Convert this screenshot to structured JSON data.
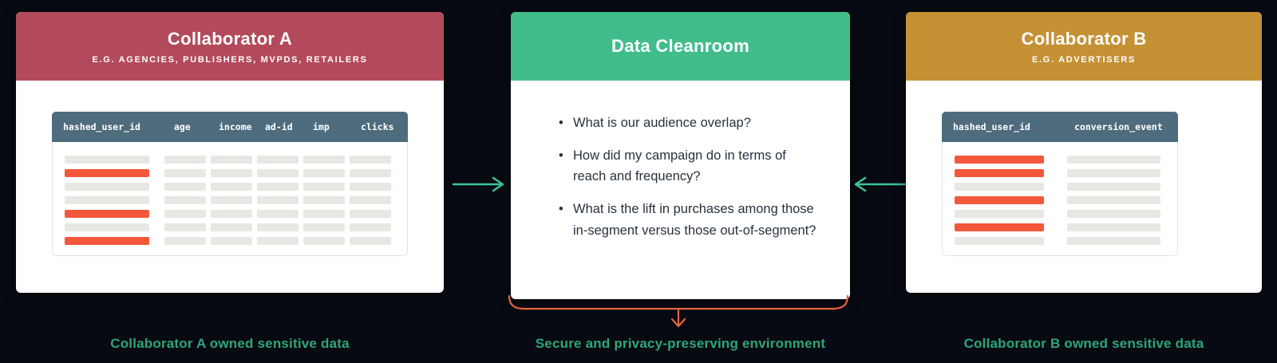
{
  "theme": {
    "background": "#070a12",
    "arrow_green": "#3ec492",
    "bracket_orange": "#e7633f",
    "caption_color": "#2da57c",
    "table_header_color": "#4e6c7d",
    "bar_red": "#f4573a",
    "bar_gray": "#e9e7e2"
  },
  "panel_a": {
    "title": "Collaborator A",
    "subtitle": "E.G. AGENCIES, PUBLISHERS, MVPDS, RETAILERS",
    "header_color": "#b34a5c",
    "caption": "Collaborator A owned sensitive data",
    "table": {
      "columns": [
        "hashed_user_id",
        "age",
        "income",
        "ad-id",
        "imp",
        "clicks"
      ],
      "rows": [
        "gray",
        "red",
        "gray",
        "gray",
        "red",
        "gray",
        "red"
      ]
    }
  },
  "cleanroom": {
    "title": "Data Cleanroom",
    "header_color": "#41bd8c",
    "caption": "Secure and privacy-preserving environment",
    "bullets": [
      "What is our audience overlap?",
      "How did my campaign do in terms of reach and frequency?",
      "What is the lift in purchases among those in-segment versus those out-of-segment?"
    ]
  },
  "panel_b": {
    "title": "Collaborator B",
    "subtitle": "E.G. ADVERTISERS",
    "header_color": "#c59135",
    "caption": "Collaborator B owned sensitive data",
    "table": {
      "columns": [
        "hashed_user_id",
        "conversion_event"
      ],
      "rows": [
        "red",
        "red",
        "gray",
        "red",
        "gray",
        "red",
        "gray"
      ]
    }
  }
}
